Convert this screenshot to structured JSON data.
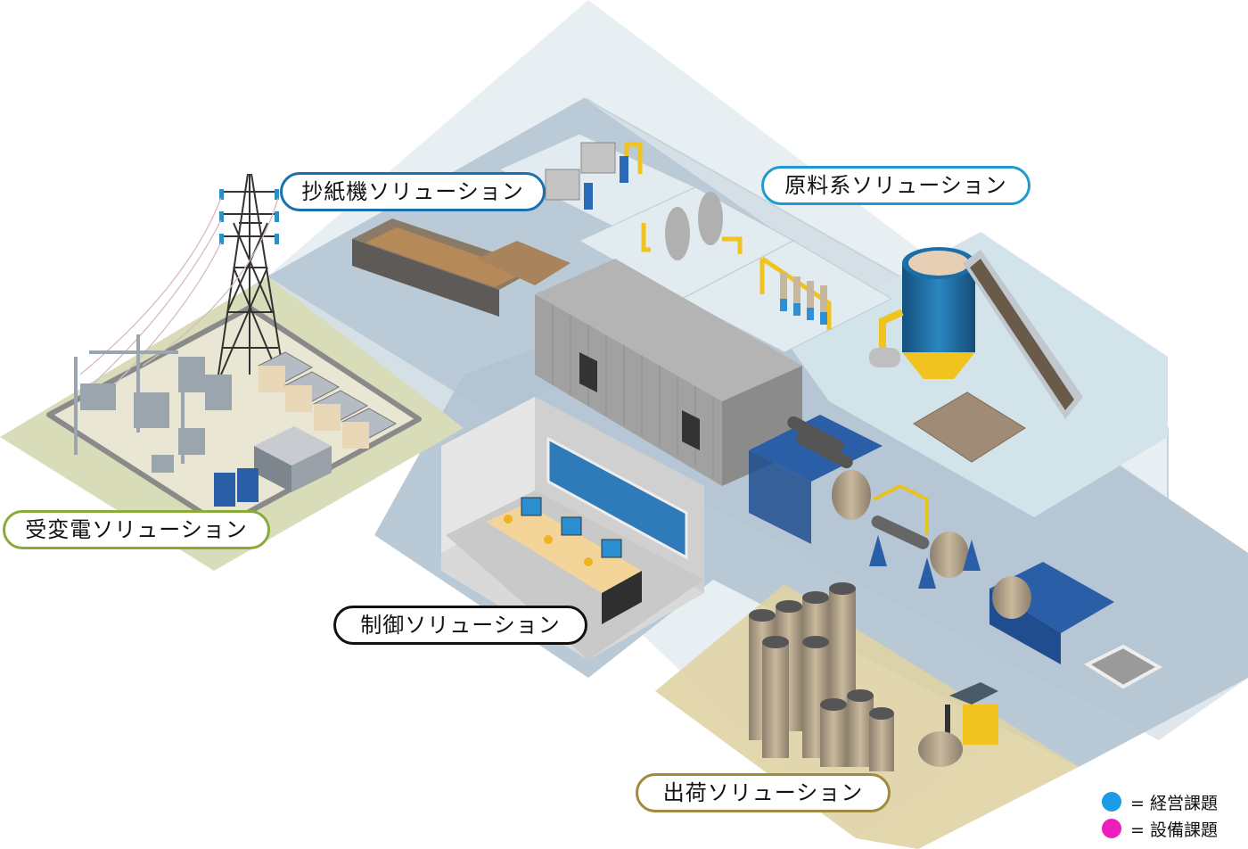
{
  "diagram": {
    "subject": "Paper mill plant overview (isometric)",
    "zones": [
      {
        "id": "papermaking",
        "label": "抄紙機ソリューション",
        "border_color": "#1a6fae"
      },
      {
        "id": "raw-material",
        "label": "原料系ソリューション",
        "border_color": "#1f9ad0"
      },
      {
        "id": "substation",
        "label": "受変電ソリューション",
        "border_color": "#8aab3a"
      },
      {
        "id": "control",
        "label": "制御ソリューション",
        "border_color": "#111111"
      },
      {
        "id": "shipping",
        "label": "出荷ソリューション",
        "border_color": "#a08a3e"
      }
    ]
  },
  "legend": {
    "items": [
      {
        "label": "= 経営課題",
        "color": "#1e9be8"
      },
      {
        "label": "= 設備課題",
        "color": "#ee1ebe"
      }
    ]
  },
  "colors": {
    "building_floor": "#b5c4d3",
    "building_wall": "#dfe8ee",
    "substation_ground": "#d9dcb9",
    "shipping_floor": "#e0d3a5",
    "control_room_wall": "#d8d8d8",
    "machine_gray": "#a8a8a8",
    "equipment_blue": "#2a5fa8",
    "accent_yellow": "#f0c31e"
  }
}
